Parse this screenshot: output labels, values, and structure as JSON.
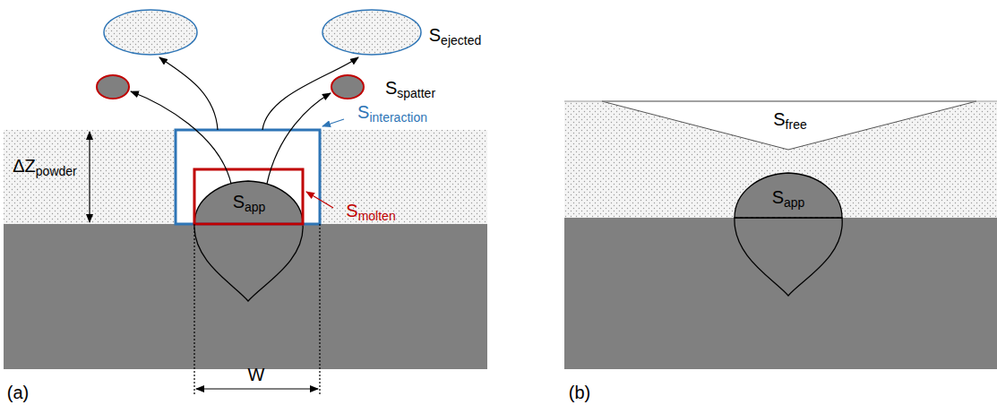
{
  "diagram": {
    "labels": [
      "Sejected",
      "Sspatter",
      "Sinteraction",
      "Smolten",
      "ΔZpowder",
      "Sapp",
      "W",
      "(a)",
      "Sfree",
      "Sapp",
      "(b)"
    ]
  }
}
